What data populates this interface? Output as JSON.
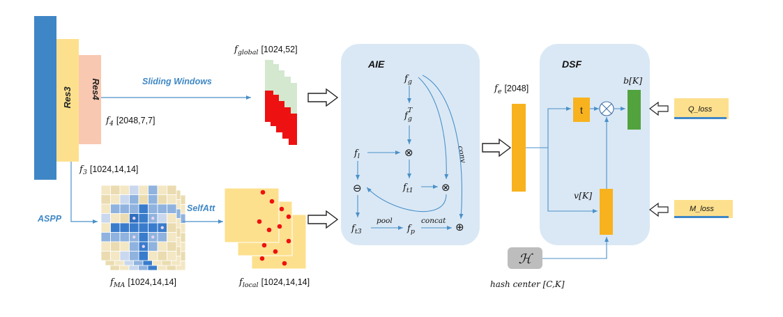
{
  "backbone": {
    "res3": "Res3",
    "res4": "Res4"
  },
  "features": {
    "f4": {
      "sym": "f",
      "sub": "4",
      "shape": "[2048,7,7]"
    },
    "f3": {
      "sym": "f",
      "sub": "3",
      "shape": "[1024,14,14]"
    },
    "fglobal": {
      "sym": "f",
      "sub": "global",
      "shape": "[1024,52]"
    },
    "fma": {
      "sym": "f",
      "sub": "MA",
      "shape": "[1024,14,14]"
    },
    "flocal": {
      "sym": "f",
      "sub": "local",
      "shape": "[1024,14,14]"
    },
    "fe": {
      "sym": "f",
      "sub": "e",
      "shape": "[2048]"
    }
  },
  "ops": {
    "sliding": "Sliding Windows",
    "aspp": "ASPP",
    "selfatt": "SelfAtt"
  },
  "aie": {
    "title": "AIE",
    "fg": {
      "sym": "f",
      "sub": "g"
    },
    "fgT": {
      "sym": "f",
      "sub": "g",
      "sup": "T"
    },
    "fl": {
      "sym": "f",
      "sub": "l"
    },
    "ft1": {
      "sym": "f",
      "sub": "t1"
    },
    "ft3": {
      "sym": "f",
      "sub": "t3"
    },
    "fp": {
      "sym": "f",
      "sub": "p"
    },
    "pool": "pool",
    "concat": "concat",
    "conv": "conv",
    "otimes": "⊗",
    "ominus": "⊖",
    "oplus": "⊕"
  },
  "dsf": {
    "title": "DSF",
    "t": "t",
    "bK": "b[K]",
    "vK": "v[K]",
    "otimes": "⊗"
  },
  "hash": {
    "symbol": "ℋ",
    "label": "hash center [C,K]"
  },
  "losses": {
    "q": "Q_loss",
    "m": "M_loss"
  },
  "colors": {
    "blue_bar": "#3f86c6",
    "res3": "#fde08e",
    "res4": "#f9c8b0",
    "panel": "#dae8f5",
    "orange": "#f8b21e",
    "green": "#52a33e",
    "red": "#ee1111",
    "light_green": "#d3e8cf",
    "arrow": "#4a90c8"
  }
}
